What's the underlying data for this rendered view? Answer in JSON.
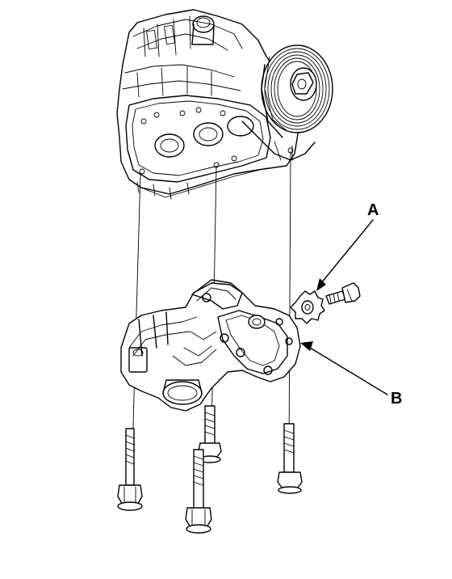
{
  "callouts": {
    "a": "A",
    "b": "B"
  },
  "colors": {
    "ink": "#000000",
    "background": "#ffffff"
  },
  "parts": [
    "engine-block",
    "crankshaft-pulley",
    "oil-pump",
    "drive-sprocket",
    "sprocket-bolt",
    "mounting-bolt"
  ]
}
